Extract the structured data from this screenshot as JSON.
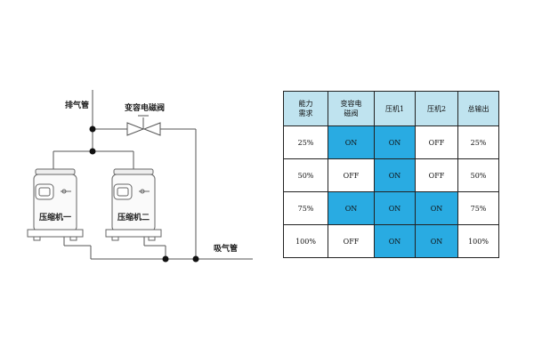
{
  "diagram": {
    "labels": {
      "discharge": "排气管",
      "valve": "变容电磁阀",
      "compressor1": "压缩机一",
      "compressor2": "压缩机二",
      "suction": "吸气管"
    }
  },
  "table": {
    "headers": [
      [
        "能力",
        "需求"
      ],
      [
        "变容电",
        "磁阀"
      ],
      [
        "压机1"
      ],
      [
        "压机2"
      ],
      [
        "总输出"
      ]
    ],
    "rows": [
      [
        "25%",
        "ON",
        "ON",
        "OFF",
        "25%"
      ],
      [
        "50%",
        "OFF",
        "ON",
        "OFF",
        "50%"
      ],
      [
        "75%",
        "ON",
        "ON",
        "ON",
        "75%"
      ],
      [
        "100%",
        "OFF",
        "ON",
        "ON",
        "100%"
      ]
    ],
    "on_color": "#29abe2",
    "header_color": "#bfe3ef"
  }
}
